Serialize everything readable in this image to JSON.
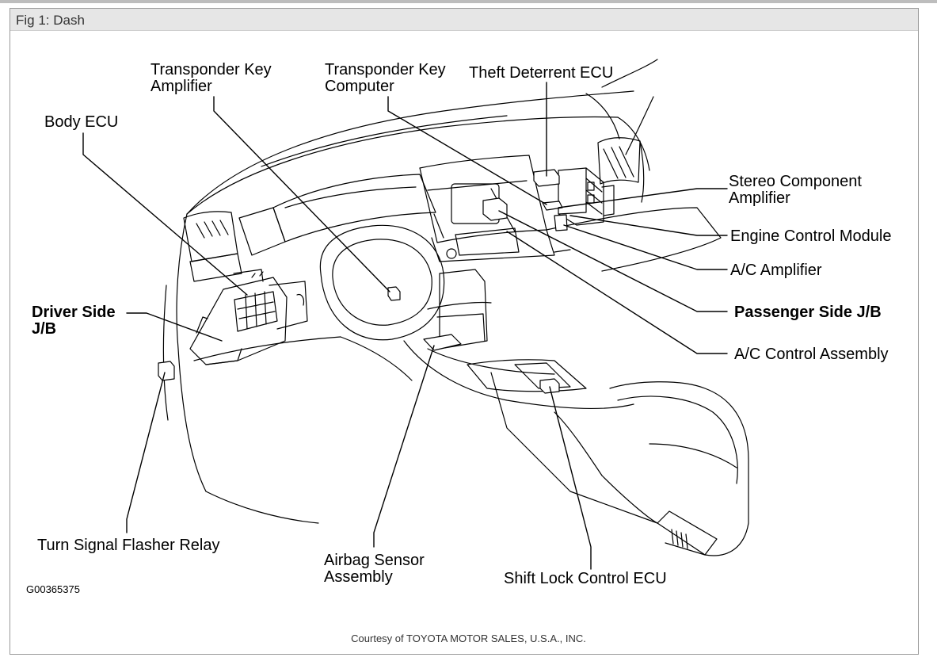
{
  "figure": {
    "caption": "Fig 1: Dash",
    "id": "G00365375",
    "credit": "Courtesy of TOYOTA MOTOR SALES, U.S.A., INC."
  },
  "labels": {
    "transponder_key_amplifier": "Transponder Key\nAmplifier",
    "transponder_key_computer": "Transponder Key\nComputer",
    "theft_deterrent_ecu": "Theft Deterrent ECU",
    "body_ecu": "Body ECU",
    "stereo_component_amplifier": "Stereo Component\nAmplifier",
    "engine_control_module": "Engine Control Module",
    "ac_amplifier": "A/C Amplifier",
    "driver_side_jb": "Driver Side\nJ/B",
    "passenger_side_jb": "Passenger Side J/B",
    "ac_control_assembly": "A/C Control Assembly",
    "turn_signal_flasher_relay": "Turn Signal Flasher Relay",
    "airbag_sensor_assembly": "Airbag Sensor\nAssembly",
    "shift_lock_control_ecu": "Shift Lock Control ECU"
  }
}
